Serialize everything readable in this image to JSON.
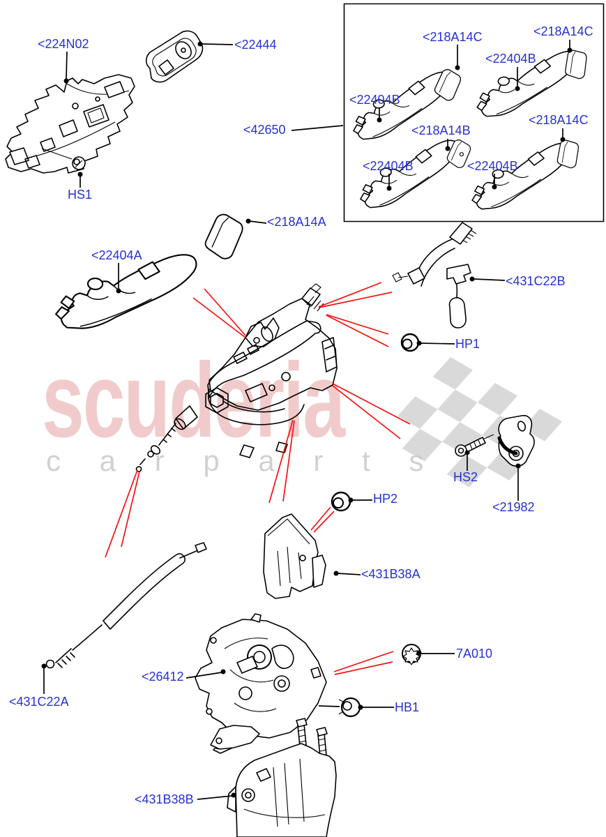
{
  "page": {
    "background": "#ffffff"
  },
  "watermark": {
    "brand": "scuderia",
    "letters": "c a r p a r t s"
  },
  "colors": {
    "label": "#2531d6",
    "red_line": "#f51110",
    "art": "#000000",
    "watermark_pink": "#d96a6a",
    "watermark_gray": "#c9c9c9",
    "flag_gray": "#c9c9c9"
  },
  "labels": {
    "l224N02": "<224N02",
    "l22444": "<22444",
    "lHS1": "HS1",
    "l42650": "<42650",
    "lh1cap": "<218A14C",
    "lh1": "<22404B",
    "lh2cap": "<218A14C",
    "lh2": "<22404B",
    "lh3cap": "<218A14B",
    "lh3": "<22404B",
    "lh4cap": "<218A14C",
    "lh4": "<22404B",
    "l218A14A": "<218A14A",
    "l22404A": "<22404A",
    "l431C22B": "<431C22B",
    "lHP1": "HP1",
    "lHS2": "HS2",
    "l21982": "<21982",
    "lHP2": "HP2",
    "l431B38A": "<431B38A",
    "l431C22A": "<431C22A",
    "l26412": "<26412",
    "l7A010": "7A010",
    "lHB1": "HB1",
    "l431B38B": "<431B38B"
  }
}
